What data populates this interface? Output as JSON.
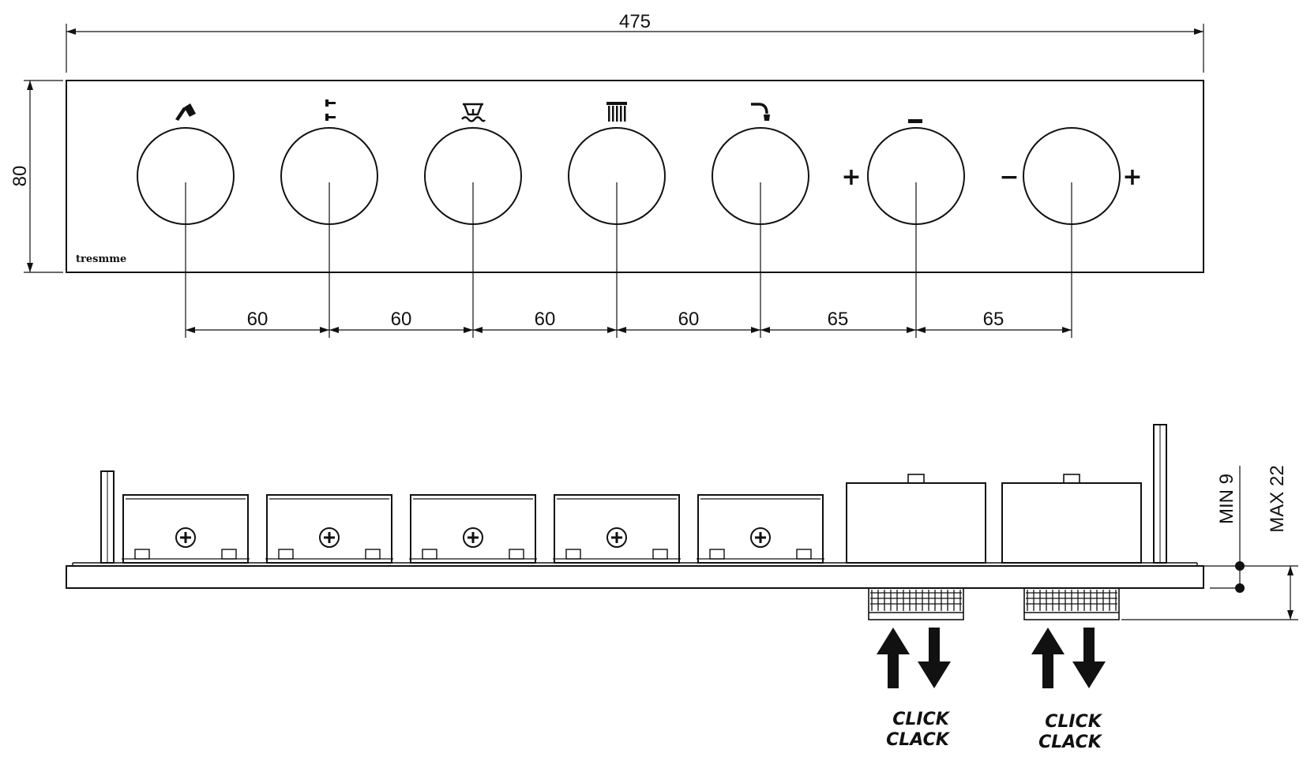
{
  "top_view": {
    "overall_width": "475",
    "overall_height": "80",
    "brand": "tresmme",
    "spacings": [
      "60",
      "60",
      "60",
      "60",
      "65",
      "65"
    ],
    "control_icons": [
      "hand-shower-icon",
      "body-jets-icon",
      "rain-shower-icon",
      "waterfall-icon",
      "spout-icon",
      "minus-icon",
      "minus-plus-icon"
    ],
    "plus_sign": "+",
    "minus_sign": "−"
  },
  "side_view": {
    "depth_min": "MIN  9",
    "depth_max": "MAX  22",
    "click_label_1": "CLICK",
    "click_label_2": "CLACK"
  }
}
